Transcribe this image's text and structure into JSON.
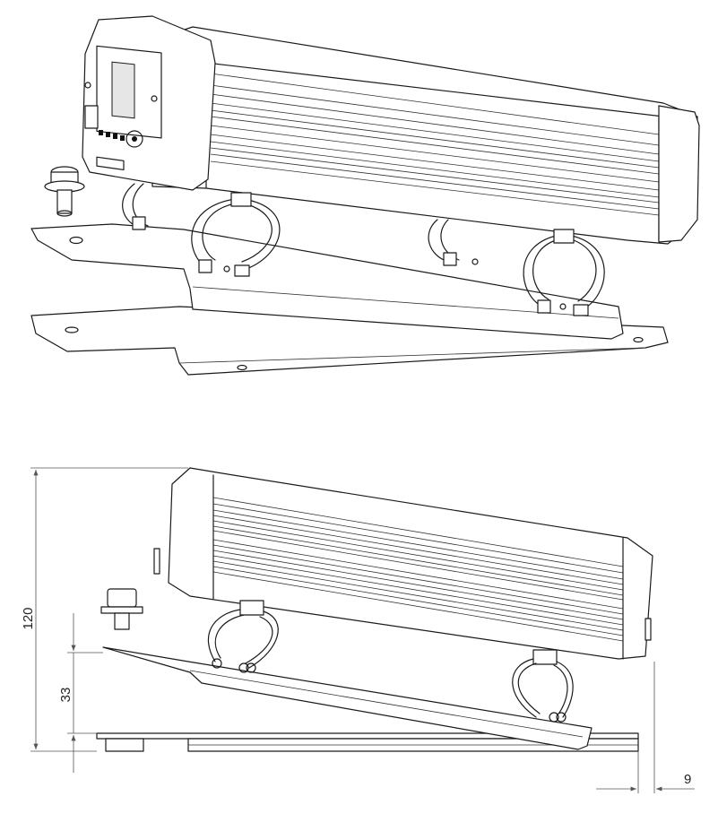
{
  "dimensions": {
    "height_total": "120",
    "clamp_height": "33",
    "offset": "9"
  },
  "colors": {
    "line": "#1a1a1a",
    "dimension": "#555555",
    "background": "#ffffff"
  }
}
